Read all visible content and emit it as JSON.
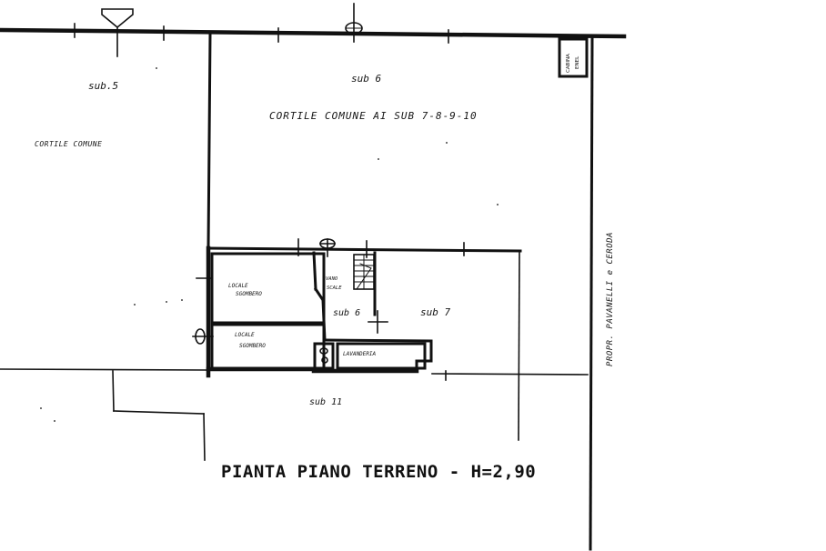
{
  "labels": {
    "sub5": "sub.5",
    "sub6_top": "sub 6",
    "cortile_comune_sub": "CORTILE COMUNE AI SUB 7-8-9-10",
    "cortile_comune": "CORTILE COMUNE",
    "locale_sgombero_1_line1": "LOCALE",
    "locale_sgombero_1_line2": "SGOMBERO",
    "locale_sgombero_2_line1": "LOCALE",
    "locale_sgombero_2_line2": "SGOMBERO",
    "vano_scale_line1": "VANO",
    "vano_scale_line2": "SCALE",
    "sub6_inner": "sub 6",
    "sub7": "sub 7",
    "lavanderia": "LAVANDERIA",
    "sub11": "sub 11",
    "street": "PROPR. PAVANELLI e CERODA",
    "cabina_line1": "CABINA",
    "cabina_line2": "ENEL"
  },
  "title": "PIANTA PIANO TERRENO - H=2,90"
}
